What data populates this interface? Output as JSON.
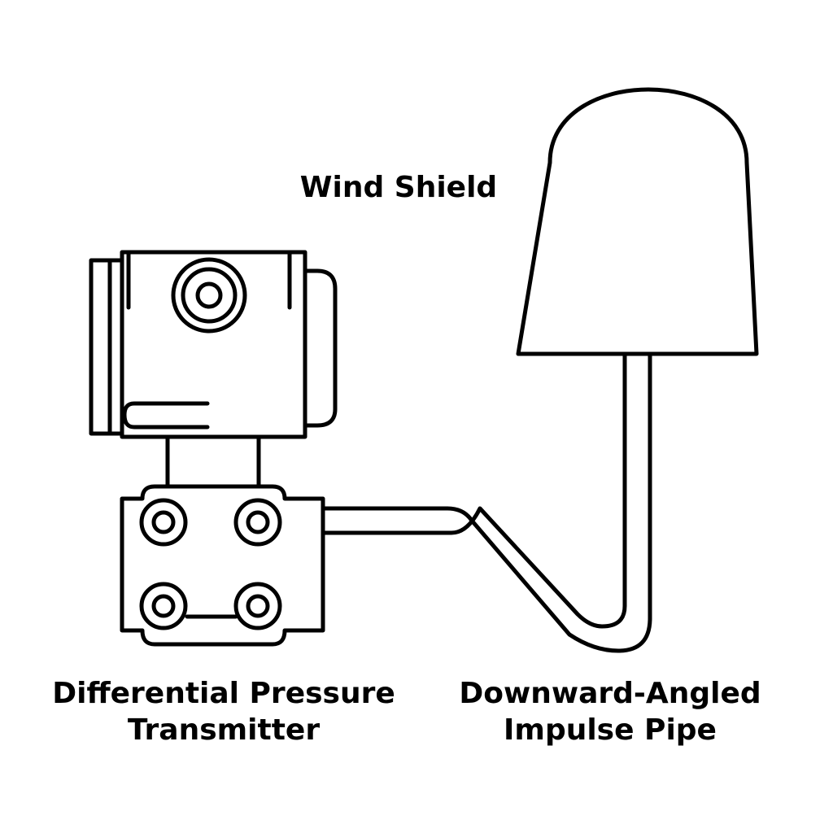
{
  "labels": {
    "wind_shield": "Wind Shield",
    "transmitter_line1": "Differential Pressure",
    "transmitter_line2": "Transmitter",
    "pipe_line1": "Downward-Angled",
    "pipe_line2": "Impulse Pipe"
  },
  "colors": {
    "stroke": "#000000",
    "background": "#ffffff"
  }
}
